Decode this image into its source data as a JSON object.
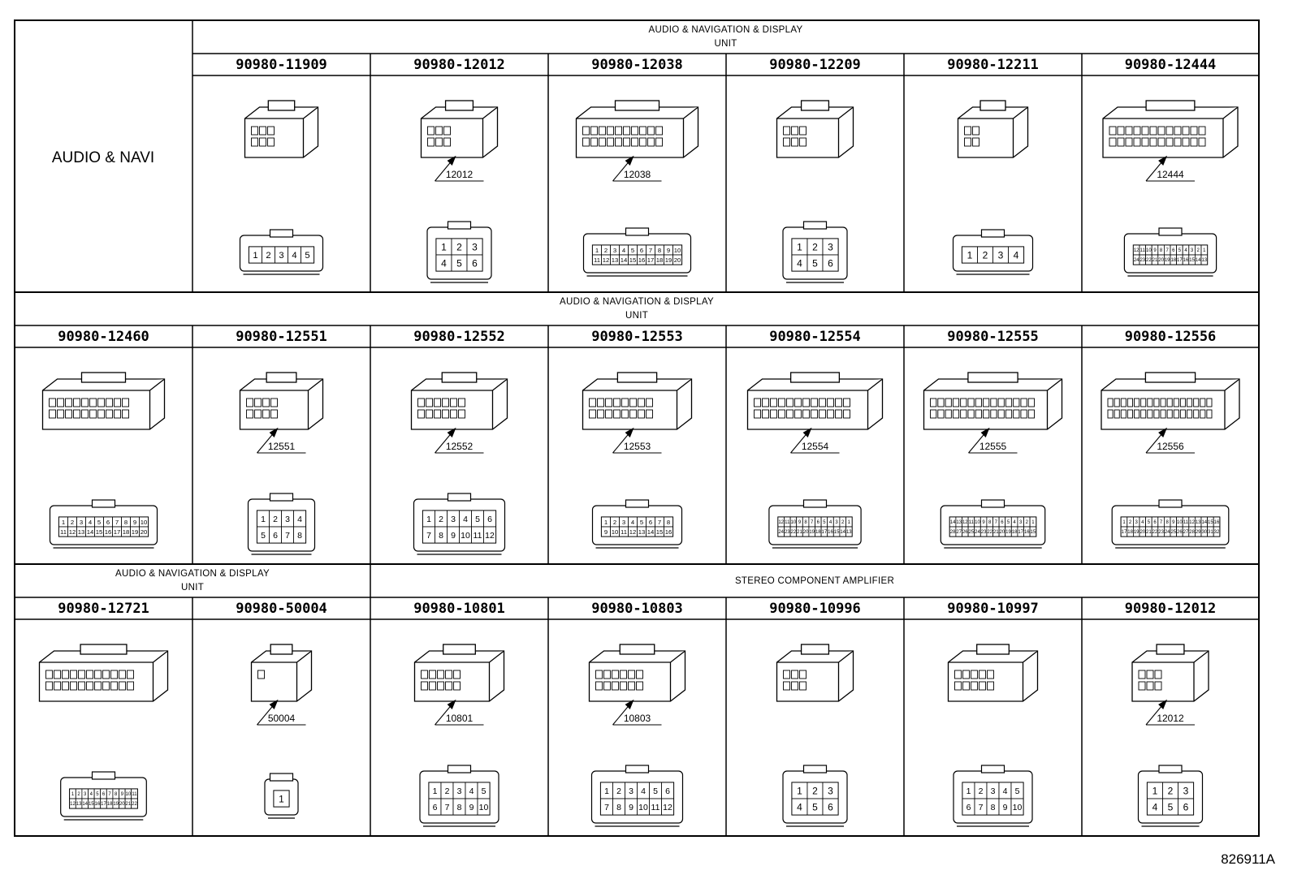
{
  "row_label": "AUDIO & NAVI",
  "figure_id": "826911A",
  "rows": [
    {
      "groups": [
        {
          "line1": "AUDIO & NAVIGATION & DISPLAY",
          "line2": "UNIT"
        }
      ],
      "cells": [
        {
          "part": "90980-11909",
          "callout": "",
          "pins": [
            "1",
            "2",
            "3",
            "4",
            "5"
          ]
        },
        {
          "part": "90980-12012",
          "callout": "12012",
          "pins": [
            "1",
            "2",
            "3",
            "4",
            "5",
            "6"
          ]
        },
        {
          "part": "90980-12038",
          "callout": "12038",
          "pins": [
            "1",
            "2",
            "3",
            "4",
            "5",
            "6",
            "7",
            "8",
            "9",
            "10",
            "11",
            "12",
            "13",
            "14",
            "15",
            "16",
            "17",
            "18",
            "19",
            "20"
          ]
        },
        {
          "part": "90980-12209",
          "callout": "",
          "pins": [
            "1",
            "2",
            "3",
            "4",
            "5",
            "6"
          ]
        },
        {
          "part": "90980-12211",
          "callout": "",
          "pins": [
            "1",
            "2",
            "3",
            "4"
          ]
        },
        {
          "part": "90980-12444",
          "callout": "12444",
          "pins": [
            "12",
            "11",
            "10",
            "9",
            "8",
            "7",
            "6",
            "5",
            "4",
            "3",
            "2",
            "1",
            "24",
            "23",
            "22",
            "21",
            "20",
            "19",
            "18",
            "17",
            "16",
            "15",
            "14",
            "13"
          ]
        }
      ]
    },
    {
      "groups": [
        {
          "line1": "AUDIO & NAVIGATION & DISPLAY",
          "line2": "UNIT"
        }
      ],
      "cells": [
        {
          "part": "90980-12460",
          "callout": "",
          "pins": [
            "1",
            "2",
            "3",
            "4",
            "5",
            "6",
            "7",
            "8",
            "9",
            "10",
            "11",
            "12",
            "13",
            "14",
            "15",
            "16",
            "17",
            "18",
            "19",
            "20"
          ]
        },
        {
          "part": "90980-12551",
          "callout": "12551",
          "pins": [
            "1",
            "2",
            "3",
            "4",
            "5",
            "6",
            "7",
            "8"
          ]
        },
        {
          "part": "90980-12552",
          "callout": "12552",
          "pins": [
            "1",
            "2",
            "3",
            "4",
            "5",
            "6",
            "7",
            "8",
            "9",
            "10",
            "11",
            "12"
          ]
        },
        {
          "part": "90980-12553",
          "callout": "12553",
          "pins": [
            "1",
            "2",
            "3",
            "4",
            "5",
            "6",
            "7",
            "8",
            "9",
            "10",
            "11",
            "12",
            "13",
            "14",
            "15",
            "16"
          ]
        },
        {
          "part": "90980-12554",
          "callout": "12554",
          "pins": [
            "12",
            "11",
            "10",
            "9",
            "8",
            "7",
            "6",
            "5",
            "4",
            "3",
            "2",
            "1",
            "24",
            "23",
            "22",
            "21",
            "20",
            "19",
            "18",
            "17",
            "16",
            "15",
            "14",
            "13"
          ]
        },
        {
          "part": "90980-12555",
          "callout": "12555",
          "pins": [
            "14",
            "13",
            "12",
            "11",
            "10",
            "9",
            "8",
            "7",
            "6",
            "5",
            "4",
            "3",
            "2",
            "1",
            "28",
            "27",
            "26",
            "25",
            "24",
            "23",
            "22",
            "21",
            "20",
            "19",
            "18",
            "17",
            "16",
            "15"
          ]
        },
        {
          "part": "90980-12556",
          "callout": "12556",
          "pins": [
            "1",
            "2",
            "3",
            "4",
            "5",
            "6",
            "7",
            "8",
            "9",
            "10",
            "11",
            "12",
            "13",
            "14",
            "15",
            "16",
            "17",
            "18",
            "19",
            "20",
            "21",
            "22",
            "23",
            "24",
            "25",
            "26",
            "27",
            "28",
            "29",
            "30",
            "31",
            "32"
          ]
        }
      ]
    },
    {
      "groups": [
        {
          "line1": "AUDIO & NAVIGATION & DISPLAY",
          "line2": "UNIT"
        },
        {
          "line1": "STEREO COMPONENT AMPLIFIER",
          "line2": ""
        }
      ],
      "cells": [
        {
          "part": "90980-12721",
          "callout": "",
          "pins": [
            "1",
            "2",
            "3",
            "4",
            "5",
            "6",
            "7",
            "8",
            "9",
            "10",
            "11",
            "12",
            "13",
            "14",
            "15",
            "16",
            "17",
            "18",
            "19",
            "20",
            "21",
            "22"
          ]
        },
        {
          "part": "90980-50004",
          "callout": "50004",
          "pins": [
            "1"
          ]
        },
        {
          "part": "90980-10801",
          "callout": "10801",
          "pins": [
            "1",
            "2",
            "3",
            "4",
            "5",
            "6",
            "7",
            "8",
            "9",
            "10"
          ]
        },
        {
          "part": "90980-10803",
          "callout": "10803",
          "pins": [
            "1",
            "2",
            "3",
            "4",
            "5",
            "6",
            "7",
            "8",
            "9",
            "10",
            "11",
            "12"
          ]
        },
        {
          "part": "90980-10996",
          "callout": "",
          "pins": [
            "1",
            "2",
            "3",
            "4",
            "5",
            "6"
          ]
        },
        {
          "part": "90980-10997",
          "callout": "",
          "pins": [
            "1",
            "2",
            "3",
            "4",
            "5",
            "6",
            "7",
            "8",
            "9",
            "10"
          ]
        },
        {
          "part": "90980-12012",
          "callout": "12012",
          "pins": [
            "1",
            "2",
            "3",
            "4",
            "5",
            "6"
          ]
        }
      ]
    }
  ]
}
